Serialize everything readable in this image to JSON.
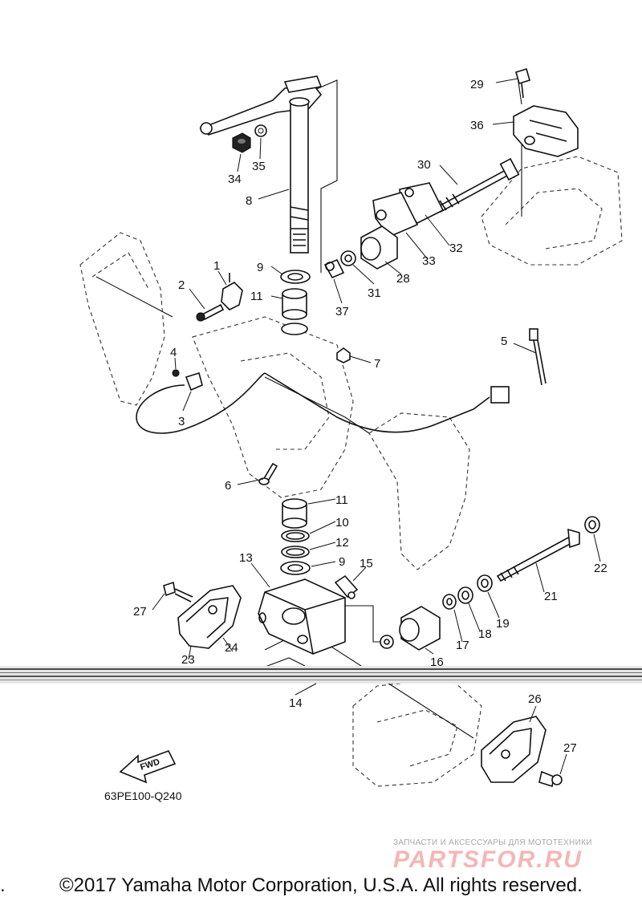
{
  "diagram": {
    "callouts": [
      {
        "id": "c1",
        "text": "1"
      },
      {
        "id": "c2",
        "text": "2"
      },
      {
        "id": "c3",
        "text": "3"
      },
      {
        "id": "c4",
        "text": "4"
      },
      {
        "id": "c5",
        "text": "5"
      },
      {
        "id": "c6",
        "text": "6"
      },
      {
        "id": "c7",
        "text": "7"
      },
      {
        "id": "c8",
        "text": "8"
      },
      {
        "id": "c9a",
        "text": "9"
      },
      {
        "id": "c9b",
        "text": "9"
      },
      {
        "id": "c10",
        "text": "10"
      },
      {
        "id": "c11a",
        "text": "11"
      },
      {
        "id": "c11b",
        "text": "11"
      },
      {
        "id": "c12",
        "text": "12"
      },
      {
        "id": "c13",
        "text": "13"
      },
      {
        "id": "c14",
        "text": "14"
      },
      {
        "id": "c15",
        "text": "15"
      },
      {
        "id": "c16",
        "text": "16"
      },
      {
        "id": "c17",
        "text": "17"
      },
      {
        "id": "c18",
        "text": "18"
      },
      {
        "id": "c19",
        "text": "19"
      },
      {
        "id": "c21",
        "text": "21"
      },
      {
        "id": "c22",
        "text": "22"
      },
      {
        "id": "c23",
        "text": "23"
      },
      {
        "id": "c24",
        "text": "24"
      },
      {
        "id": "c26",
        "text": "26"
      },
      {
        "id": "c27a",
        "text": "27"
      },
      {
        "id": "c27b",
        "text": "27"
      },
      {
        "id": "c28",
        "text": "28"
      },
      {
        "id": "c29",
        "text": "29"
      },
      {
        "id": "c30",
        "text": "30"
      },
      {
        "id": "c31",
        "text": "31"
      },
      {
        "id": "c32",
        "text": "32"
      },
      {
        "id": "c33",
        "text": "33"
      },
      {
        "id": "c34",
        "text": "34"
      },
      {
        "id": "c35",
        "text": "35"
      },
      {
        "id": "c36",
        "text": "36"
      },
      {
        "id": "c37",
        "text": "37"
      }
    ],
    "fwd_label": "FWD",
    "diagram_code": "63PE100-Q240"
  },
  "watermark": {
    "tagline": "ЗАПЧАСТИ И АКСЕССУАРЫ ДЛЯ МОТОТЕХНИКИ",
    "logo": "PARTSFOR.RU"
  },
  "footer": {
    "copyright": "©2017 Yamaha Motor Corporation, U.S.A. All rights reserved."
  }
}
